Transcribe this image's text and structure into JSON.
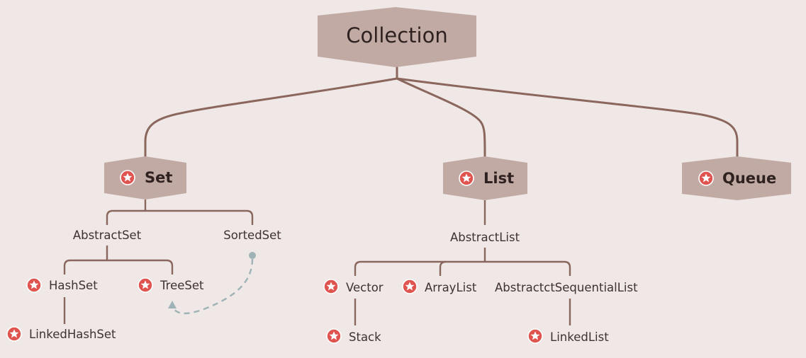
{
  "root": {
    "label": "Collection"
  },
  "groups": {
    "set": {
      "label": "Set"
    },
    "list": {
      "label": "List"
    },
    "queue": {
      "label": "Queue"
    }
  },
  "set_branch": {
    "abstract_set": "AbstractSet",
    "sorted_set": "SortedSet",
    "hash_set": "HashSet",
    "tree_set": "TreeSet",
    "linked_hash_set": "LinkedHashSet"
  },
  "list_branch": {
    "abstract_list": "AbstractList",
    "vector": "Vector",
    "array_list": "ArrayList",
    "abstract_sequential_list": "AbstractctSequentialList",
    "stack": "Stack",
    "linked_list": "LinkedList"
  },
  "colors": {
    "background": "#efe8e6",
    "node_fill": "#c0aaa3",
    "connector": "#8a665c",
    "star_badge": "#e05450",
    "dashed_link": "#9fb3b6"
  },
  "icons": {
    "badge": "star-badge-icon",
    "arrow": "dashed-arrow-icon"
  }
}
